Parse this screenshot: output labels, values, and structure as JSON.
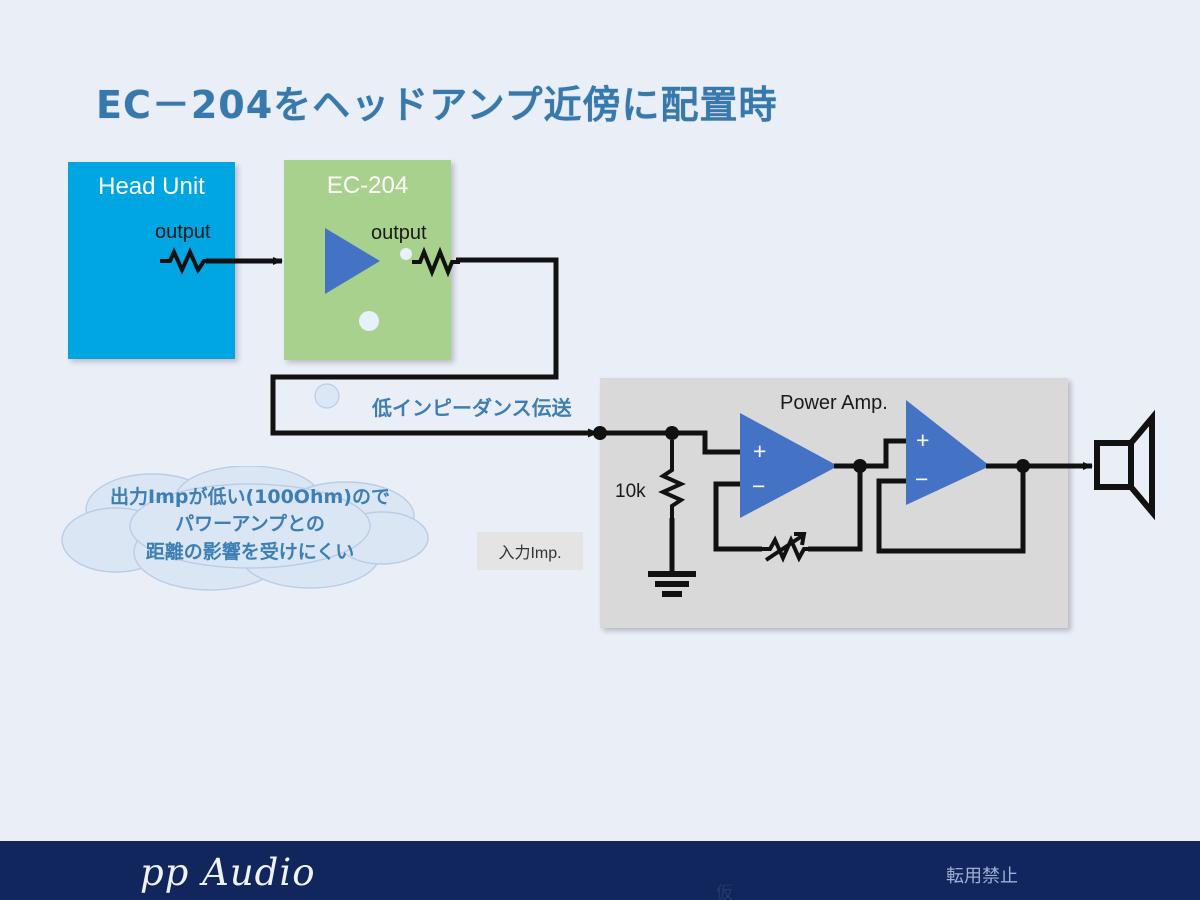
{
  "slide": {
    "title": "EC－204をヘッドアンプ近傍に配置時",
    "background_color": "#eaeef7"
  },
  "blocks": {
    "head_unit": {
      "label": "Head Unit",
      "output_label": "output",
      "color": "#00a6e2"
    },
    "ec204": {
      "label": "EC-204",
      "output_label": "output",
      "color": "#a9d18e"
    },
    "power_amp": {
      "label": "Power Amp.",
      "resistor_label": "10k",
      "color": "#d9d9d9",
      "opamp_color": "#4472c4",
      "opamp_plus": "+",
      "opamp_minus": "−"
    }
  },
  "annotations": {
    "input_impedance_chip": "入力Imp.",
    "low_impedance_transmission": "低インピーダンス伝送",
    "cloud_note": "出力Impが低い(100Ohm)ので\nパワーアンプとの\n距離の影響を受けにくい"
  },
  "footer": {
    "logo": "pp Audio",
    "notice": "転用禁止",
    "watermark": "仮",
    "background_color": "#10265c"
  },
  "icons": {
    "resistor": "resistor-zigzag",
    "variable_resistor": "variable-resistor",
    "ground": "ground-symbol",
    "speaker": "speaker-symbol",
    "opamp": "opamp-triangle"
  }
}
